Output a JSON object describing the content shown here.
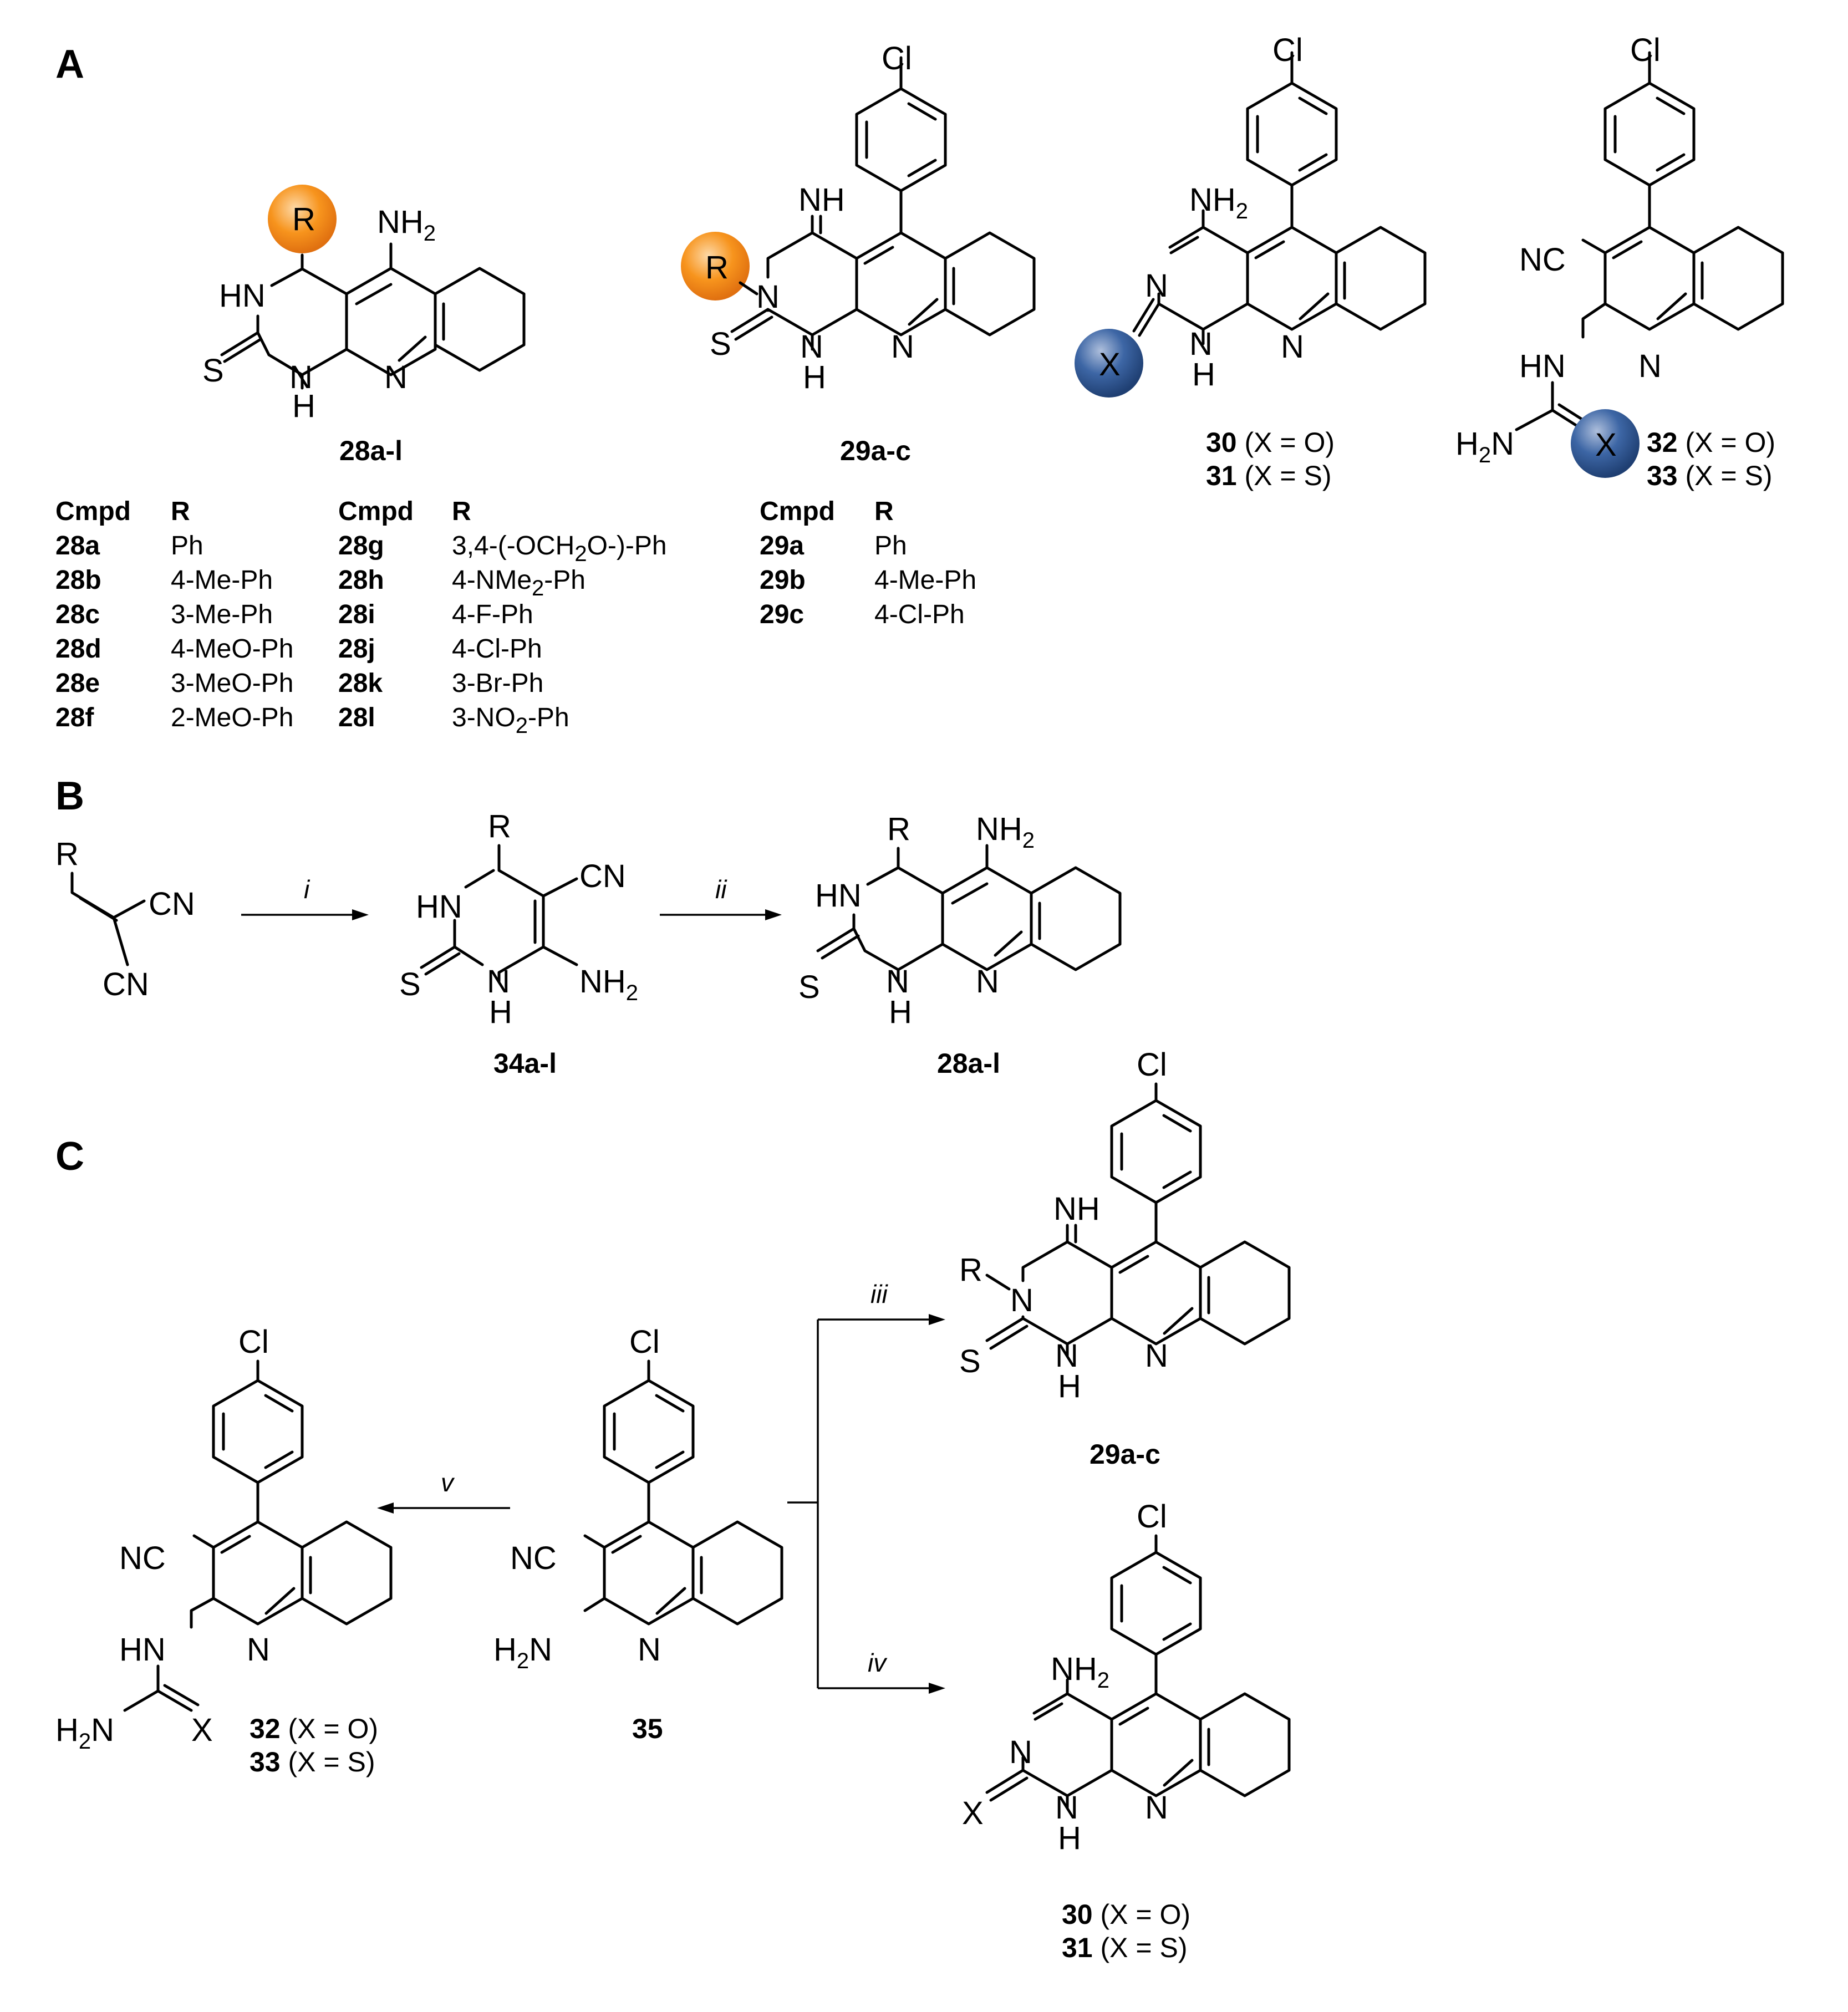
{
  "panels": {
    "a": "A",
    "b": "B",
    "c": "C"
  },
  "atoms": {
    "R": "R",
    "X": "X",
    "HN": "HN",
    "H": "H",
    "N": "N",
    "S": "S",
    "NH": "NH",
    "Cl": "Cl",
    "CN": "CN",
    "NC": "NC",
    "NH2": "NH",
    "H2N": "H",
    "N_after_H2": "N",
    "two": "2"
  },
  "compounds": {
    "c28": "28a-l",
    "c29": "29a-c",
    "c34": "34a-l",
    "c35": "35",
    "c30": "30",
    "c30_note": "(X = O)",
    "c31": "31",
    "c31_note": "(X = S)",
    "c32": "32",
    "c32_note": "(X = O)",
    "c33": "33",
    "c33_note": "(X = S)"
  },
  "reagents": {
    "i": "i",
    "ii": "ii",
    "iii": "iii",
    "iv": "iv",
    "v": "v"
  },
  "table1": {
    "h_cmpd": "Cmpd",
    "h_r": "R",
    "rows": [
      {
        "c": "28a",
        "r": "Ph"
      },
      {
        "c": "28b",
        "r": "4-Me-Ph"
      },
      {
        "c": "28c",
        "r": "3-Me-Ph"
      },
      {
        "c": "28d",
        "r": "4-MeO-Ph"
      },
      {
        "c": "28e",
        "r": "3-MeO-Ph"
      },
      {
        "c": "28f",
        "r": "2-MeO-Ph"
      }
    ]
  },
  "table2": {
    "h_cmpd": "Cmpd",
    "h_r": "R",
    "rows": [
      {
        "c": "28g",
        "r_pre": "3,4-(-OCH",
        "r_sub": "2",
        "r_post": "O-)-Ph"
      },
      {
        "c": "28h",
        "r_pre": "4-NMe",
        "r_sub": "2",
        "r_post": "-Ph"
      },
      {
        "c": "28i",
        "r_pre": "4-F-Ph",
        "r_sub": "",
        "r_post": ""
      },
      {
        "c": "28j",
        "r_pre": "4-Cl-Ph",
        "r_sub": "",
        "r_post": ""
      },
      {
        "c": "28k",
        "r_pre": "3-Br-Ph",
        "r_sub": "",
        "r_post": ""
      },
      {
        "c": "28l",
        "r_pre": "3-NO",
        "r_sub": "2",
        "r_post": "-Ph"
      }
    ]
  },
  "table3": {
    "h_cmpd": "Cmpd",
    "h_r": "R",
    "rows": [
      {
        "c": "29a",
        "r": "Ph"
      },
      {
        "c": "29b",
        "r": "4-Me-Ph"
      },
      {
        "c": "29c",
        "r": "4-Cl-Ph"
      }
    ]
  },
  "colors": {
    "orange": "#f7941d",
    "blue": "#2e5a97"
  }
}
